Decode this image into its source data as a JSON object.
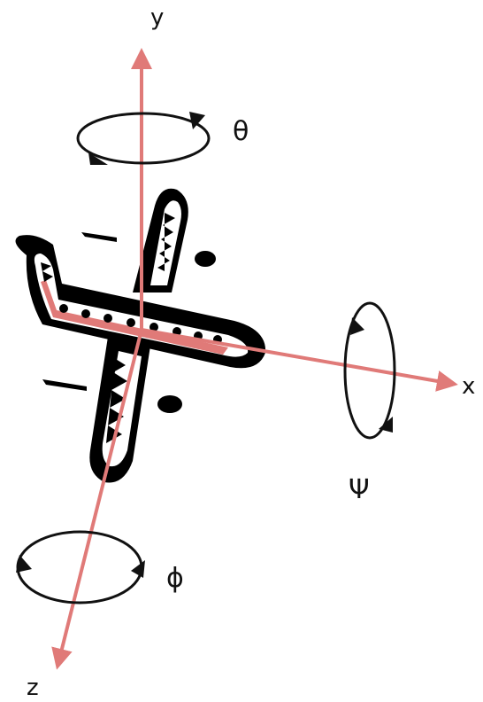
{
  "axes": {
    "x": {
      "label": "x"
    },
    "y": {
      "label": "y"
    },
    "z": {
      "label": "z"
    }
  },
  "rotations": {
    "theta": {
      "symbol": "θ"
    },
    "psi": {
      "symbol": "Ψ"
    },
    "phi": {
      "symbol": "ϕ"
    }
  },
  "colors": {
    "axis": "#e07a78",
    "plane": "#000000",
    "stroke": "#111111",
    "background": "#ffffff"
  },
  "icons": [
    "airplane-icon",
    "rotation-arrow-icon"
  ]
}
